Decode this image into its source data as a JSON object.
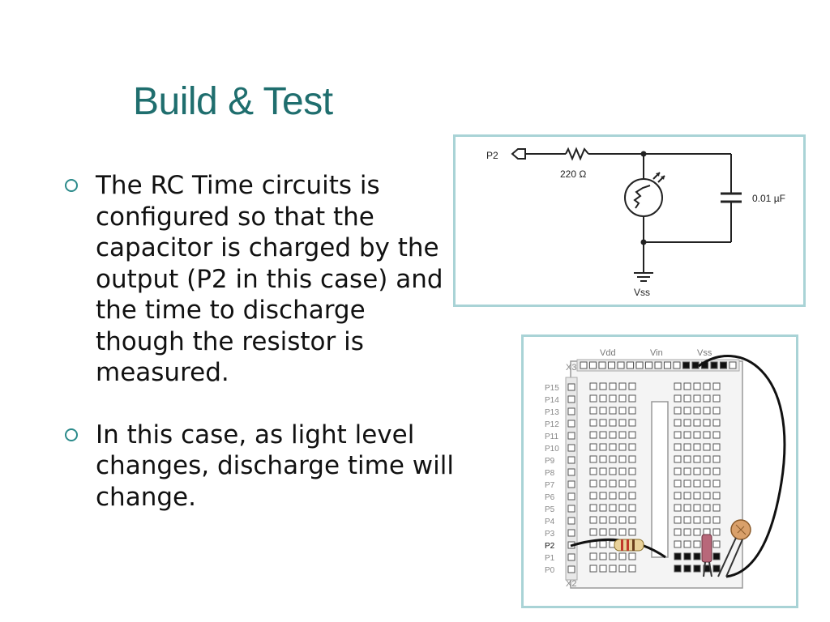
{
  "slide": {
    "title": "Build & Test",
    "bullets": [
      {
        "text": "The RC Time circuits is configured so that the capacitor is charged by the output (P2 in this case) and the time to discharge  though the resistor is measured."
      },
      {
        "text": "In this case, as light level changes, discharge time will change."
      }
    ]
  },
  "schematic": {
    "pin_label": "P2",
    "resistor_label": "220 Ω",
    "capacitor_label": "0.01 µF",
    "ground_label": "Vss"
  },
  "breadboard": {
    "top_labels": [
      "Vdd",
      "Vin",
      "Vss"
    ],
    "header_top": "X3",
    "header_bottom": "X2",
    "pins": [
      "P15",
      "P14",
      "P13",
      "P12",
      "P11",
      "P10",
      "P9",
      "P8",
      "P7",
      "P6",
      "P5",
      "P4",
      "P3",
      "P2",
      "P1",
      "P0"
    ]
  },
  "colors": {
    "title": "#1f6e6e",
    "frame": "#a9d3d6",
    "bullet_marker": "#2b8a8a"
  }
}
